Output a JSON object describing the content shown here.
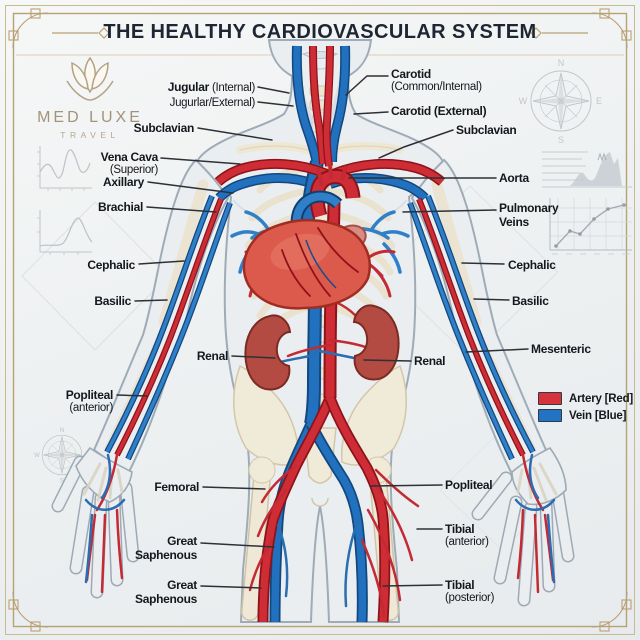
{
  "title": "THE HEALTHY CARDIOVASCULAR SYSTEM",
  "logo": {
    "name": "MED LUXE",
    "tagline": "TRAVEL"
  },
  "compass": {
    "n": "N",
    "e": "E",
    "s": "S",
    "w": "W"
  },
  "legend": {
    "artery": "Artery [Red]",
    "vein": "Vein [Blue]",
    "artery_color": "#d6333d",
    "vein_color": "#2373c4"
  },
  "labels": {
    "jugular_internal": {
      "main": "Jugular",
      "sub": "(Internal)"
    },
    "jugular_external": {
      "sub": "Jugurlar/External)"
    },
    "subclavian_left": {
      "main": "Subclavian"
    },
    "vena_cava_superior": {
      "main": "Vena Cava",
      "sub": "(Superior)"
    },
    "axillary": {
      "main": "Axillary"
    },
    "brachial": {
      "main": "Brachial"
    },
    "cephalic_left": {
      "main": "Cephalic"
    },
    "basilic_left": {
      "main": "Basilic"
    },
    "renal_left": {
      "main": "Renal"
    },
    "popliteal_anterior_left": {
      "main": "Popliteal",
      "sub": "(anterior)"
    },
    "femoral": {
      "main": "Femoral"
    },
    "great_saphenous_upper": {
      "main": "Great",
      "main2": "Saphenous"
    },
    "great_saphenous_lower": {
      "main": "Great",
      "main2": "Saphenous"
    },
    "carotid_common_internal": {
      "main": "Carotid",
      "sub": "(Common/Internal)"
    },
    "carotid_external": {
      "main": "Carotid (External)"
    },
    "subclavian_right": {
      "main": "Subclavian"
    },
    "aorta": {
      "main": "Aorta"
    },
    "pulmonary_veins": {
      "main": "Pulmonary",
      "main2": "Veins"
    },
    "cephalic_right": {
      "main": "Cephalic"
    },
    "basilic_right": {
      "main": "Basilic"
    },
    "mesenteric": {
      "main": "Mesenteric"
    },
    "renal_right": {
      "main": "Renal"
    },
    "popliteal_right": {
      "main": "Popliteal"
    },
    "tibial_anterior": {
      "main": "Tibial",
      "sub": "(anterior)"
    },
    "tibial_posterior": {
      "main": "Tibial",
      "sub": "(posterior)"
    }
  }
}
